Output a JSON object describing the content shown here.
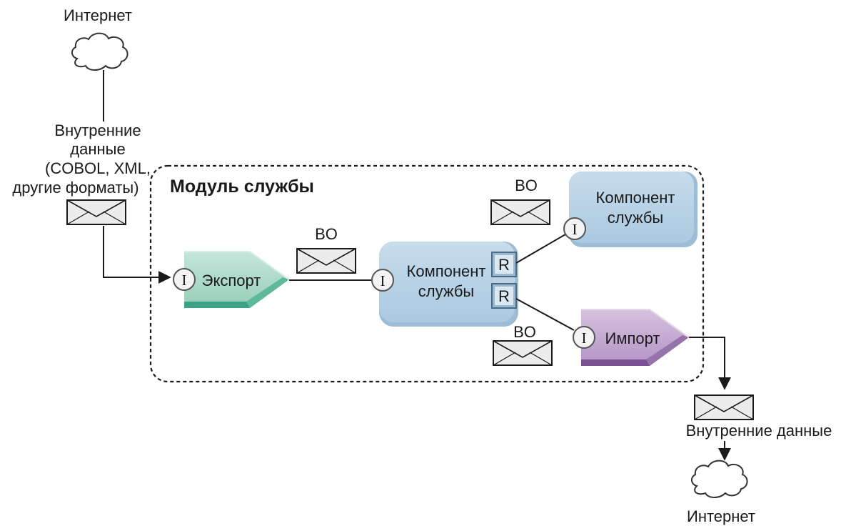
{
  "top_source": {
    "title": "Интернет",
    "data_lines": [
      "Внутренние",
      "данные",
      "(COBOL, XML,",
      "другие форматы)"
    ]
  },
  "module": {
    "title": "Модуль службы"
  },
  "export_node": {
    "label": "Экспорт",
    "interface_glyph": "I"
  },
  "central_component": {
    "lines": [
      "Компонент",
      "службы"
    ],
    "interface_glyph": "I",
    "reference_glyph_1": "R",
    "reference_glyph_2": "R"
  },
  "upper_component": {
    "lines": [
      "Компонент",
      "службы"
    ],
    "interface_glyph": "I"
  },
  "import_node": {
    "label": "Импорт",
    "interface_glyph": "I"
  },
  "messages": {
    "bo_left": "BO",
    "bo_upper": "BO",
    "bo_lower": "BO"
  },
  "bottom_target": {
    "data_label": "Внутренние данные",
    "title": "Интернет"
  },
  "colors": {
    "export_fill": "#a8d8c8",
    "export_edge": "#3aa385",
    "component_fill": "#b9d3e6",
    "component_edge": "#8fb3cf",
    "import_fill": "#c3a8d1",
    "import_edge": "#7a4f93",
    "cloud_stroke": "#333333",
    "line": "#1a1a1a"
  },
  "icons": [
    "cloud-icon",
    "envelope-icon",
    "interface-icon",
    "reference-icon",
    "arrow-icon"
  ]
}
